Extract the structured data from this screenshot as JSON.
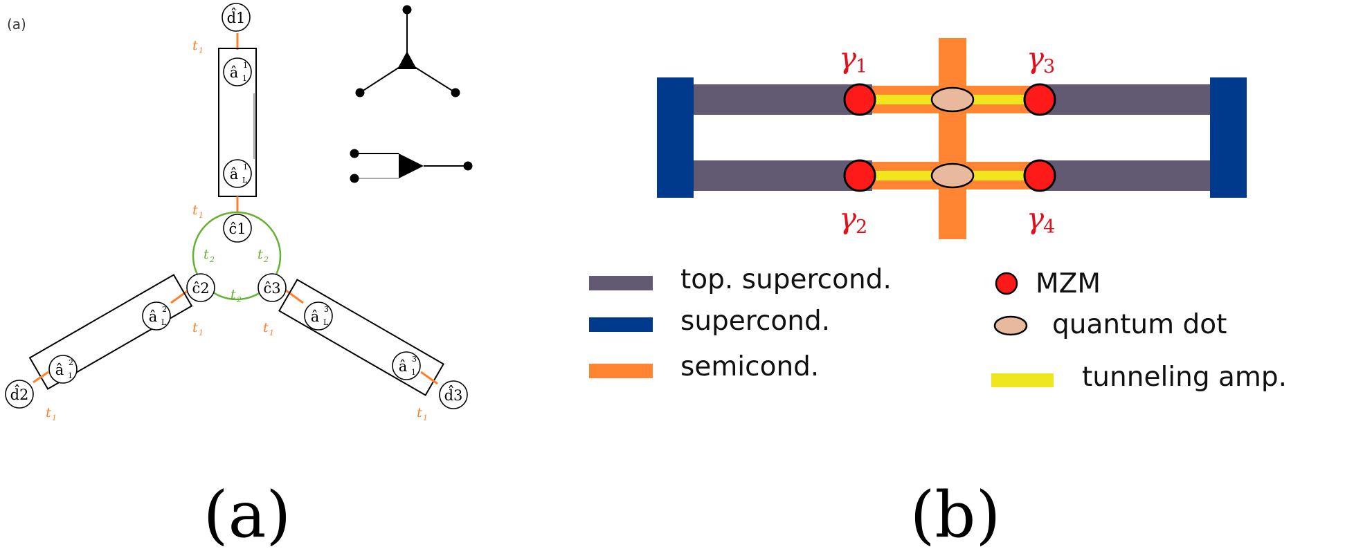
{
  "panel_a": {
    "inner_label": "(a)",
    "caption": "(a)",
    "colors": {
      "t1": "#ff7f2a",
      "t2": "#66b032",
      "line": "#000000"
    },
    "nodes": {
      "d1": "d̂1",
      "a1_top": "â",
      "a1_top_sup": "1",
      "a1_top_sub": "1",
      "aL_top": "â",
      "aL_top_sup": "1",
      "aL_top_sub": "L",
      "c1": "ĉ1",
      "c2": "ĉ2",
      "c3": "ĉ3",
      "aL_left": "â",
      "aL_left_sup": "2",
      "aL_left_sub": "L",
      "a1_left": "â",
      "a1_left_sup": "2",
      "a1_left_sub": "1",
      "d2": "d̂2",
      "aL_right": "â",
      "aL_right_sup": "3",
      "aL_right_sub": "L",
      "a1_right": "â",
      "a1_right_sup": "3",
      "a1_right_sub": "1",
      "d3": "d̂3"
    },
    "t1": "t",
    "t1_sub": "1",
    "t2": "t",
    "t2_sub": "2"
  },
  "panel_b": {
    "caption": "(b)",
    "colors": {
      "top_supercond": "#625a73",
      "supercond": "#003a8c",
      "semicond": "#ff8533",
      "tunneling": "#f0e61e",
      "mzm": "#ff1a1a",
      "quantum_dot": "#e8b99c",
      "gamma_label": "#e0101a"
    },
    "gammas": [
      {
        "base": "γ",
        "sub": "1"
      },
      {
        "base": "γ",
        "sub": "3"
      },
      {
        "base": "γ",
        "sub": "2"
      },
      {
        "base": "γ",
        "sub": "4"
      }
    ],
    "legend": {
      "top_supercond": "top. supercond.",
      "supercond": "supercond.",
      "semicond": "semicond.",
      "mzm": "MZM",
      "quantum_dot": "quantum dot",
      "tunneling": "tunneling amp."
    }
  }
}
